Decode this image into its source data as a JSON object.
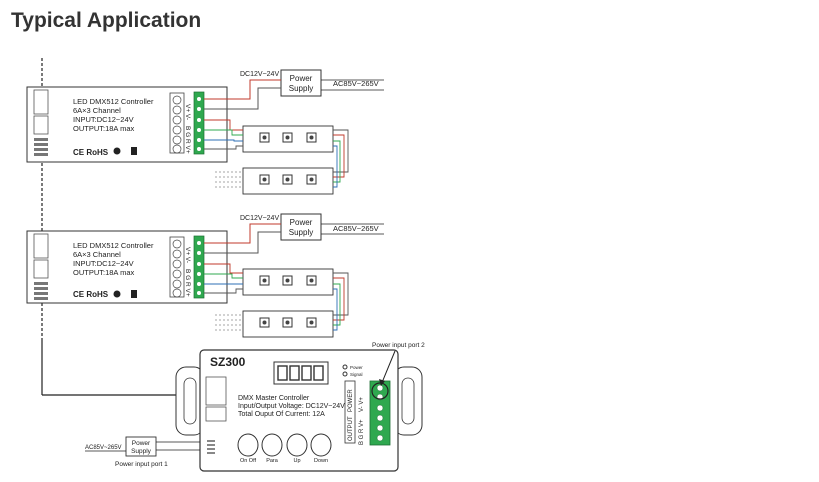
{
  "page": {
    "title": "Typical Application"
  },
  "controller_1": {
    "name": "LED DMX512 Controller",
    "channels": "6A×3 Channel",
    "input": "INPUT:DC12~24V",
    "output": "OUTPUT:18A max",
    "cert": "CE RoHS",
    "terminal_top": "V+ V-",
    "terminal_rgb": "B G R V+"
  },
  "controller_2": {
    "name": "LED DMX512 Controller",
    "channels": "6A×3 Channel",
    "input": "INPUT:DC12~24V",
    "output": "OUTPUT:18A max",
    "cert": "CE RoHS",
    "terminal_top": "V+ V-",
    "terminal_rgb": "B G R V+"
  },
  "power_supply_1": {
    "label_line1": "Power",
    "label_line2": "Supply",
    "dc": "DC12V~24V",
    "ac": "AC85V~265V"
  },
  "power_supply_2": {
    "label_line1": "Power",
    "label_line2": "Supply",
    "dc": "DC12V~24V",
    "ac": "AC85V~265V"
  },
  "master": {
    "model": "SZ300",
    "line1": "DMX Master  Controller",
    "line2": "Input/Output Voltage: DC12V~24V",
    "line3": "Total Ouput Of Current: 12A",
    "power_led": "Power",
    "signal_led": "Signal",
    "power_port": "POWER",
    "output_port": "OUTPUT",
    "port_pins_top": "V- V+",
    "port_pins_bottom": "B G R V+",
    "buttons": [
      "On  Off",
      "Para",
      "Up",
      "Down"
    ]
  },
  "power_input_port_2": "Power input port 2",
  "power_input_port_1": "Power input port 1",
  "small_supply": {
    "line1": "Power",
    "line2": "Supply",
    "ac": "AC85V~265V"
  },
  "colors": {
    "terminal_green": "#2fa84f",
    "wire_red": "#c0392b",
    "wire_gray": "#555555",
    "wire_blue": "#2c6fb5"
  }
}
